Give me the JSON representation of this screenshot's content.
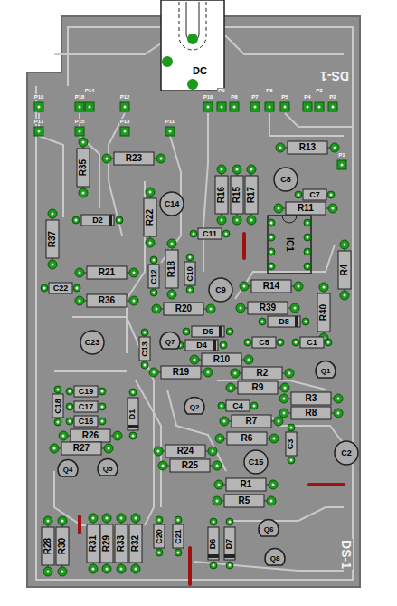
{
  "diagram": {
    "labels": [
      "DC",
      "DS-1",
      "P19",
      "P18",
      "P14",
      "P12",
      "P10",
      "P9",
      "P8",
      "P7",
      "P6",
      "P5",
      "P4",
      "P3",
      "P2",
      "P17",
      "P15",
      "P13",
      "P11",
      "P1",
      "R13",
      "C8",
      "C7",
      "R11",
      "IC1",
      "R4",
      "R40",
      "R14",
      "C9",
      "R39",
      "D8",
      "C5",
      "C1",
      "Q1",
      "R2",
      "R9",
      "R3",
      "R8",
      "C4",
      "R7",
      "Q2",
      "R6",
      "C3",
      "C15",
      "C2",
      "R1",
      "R5",
      "Q6",
      "Q8",
      "D6",
      "D7",
      "C21",
      "C20",
      "R24",
      "R25",
      "R19",
      "R10",
      "D5",
      "D4",
      "R20",
      "Q7",
      "C13",
      "C10",
      "R18",
      "C12",
      "C11",
      "R16",
      "R15",
      "R17",
      "C14",
      "R22",
      "R23",
      "R35",
      "D2",
      "R37",
      "R21",
      "C22",
      "R36",
      "C23",
      "D1",
      "C18",
      "C19",
      "C17",
      "C16",
      "R26",
      "R27",
      "Q4",
      "Q5",
      "R28",
      "R30",
      "R31",
      "R29",
      "R33",
      "R32",
      "DS-1"
    ]
  }
}
